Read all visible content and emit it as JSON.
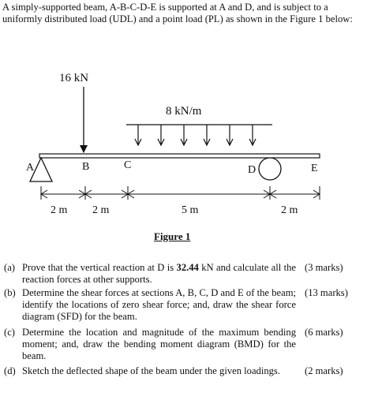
{
  "intro": "A simply-supported beam, A-B-C-D-E is supported at A and D, and is subject to a uniformly distributed load (UDL) and a point load (PL) as shown in the Figure 1 below:",
  "figure": {
    "point_load": "16 kN",
    "udl": "8 kN/m",
    "labels": {
      "a": "A",
      "b": "B",
      "c": "C",
      "d": "D",
      "e": "E"
    },
    "dims": [
      "2 m",
      "2 m",
      "5 m",
      "2 m"
    ],
    "caption": "Figure 1"
  },
  "questions": [
    {
      "label": "(a)",
      "text_pre": "Prove that the vertical reaction at D is ",
      "text_bold": "32.44",
      "text_post": " kN and calculate all the reaction forces at other supports.",
      "marks": "(3 marks)"
    },
    {
      "label": "(b)",
      "text": "Determine the shear forces at sections A, B, C, D and E of the beam; identify the locations of zero shear force; and, draw the shear force diagram (SFD) for the beam.",
      "marks": "(13 marks)"
    },
    {
      "label": "(c)",
      "text": "Determine the location and magnitude of the maximum bending moment; and, draw the bending moment diagram (BMD) for the beam.",
      "marks": "(6 marks)"
    },
    {
      "label": "(d)",
      "text": "Sketch the deflected shape of the beam under the given loadings.",
      "marks": "(2 marks)"
    }
  ]
}
